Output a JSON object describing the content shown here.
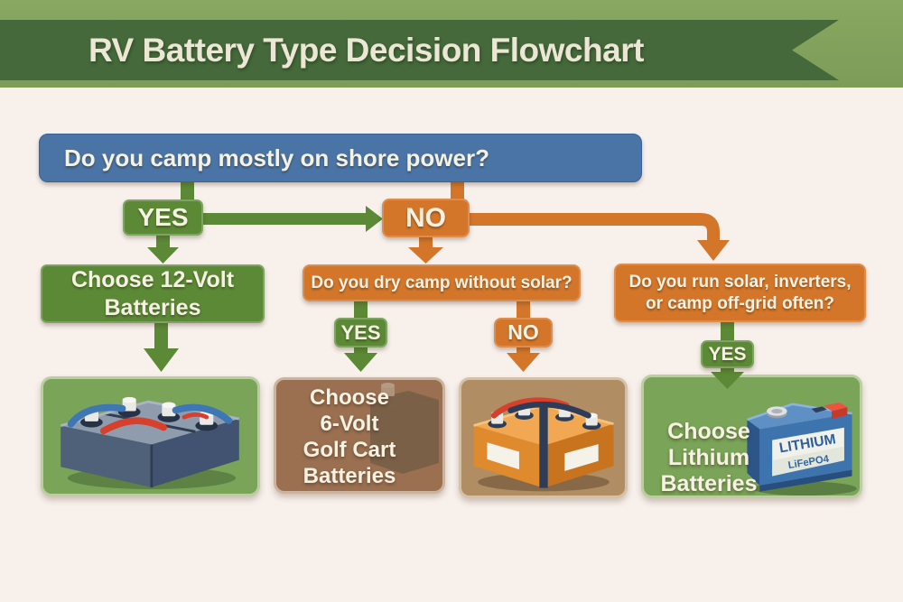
{
  "title": "RV Battery Type Decision Flowchart",
  "questions": {
    "shore_power": "Do you camp mostly on shore power?",
    "dry_camp": "Do you dry camp without solar?",
    "solar_offgrid_line1": "Do you run solar, inverters,",
    "solar_offgrid_line2": "or camp off-grid often?"
  },
  "answers": {
    "yes": "YES",
    "no": "NO"
  },
  "outcomes": {
    "twelve_volt": {
      "line1": "Choose 12-Volt",
      "line2": "Batteries"
    },
    "golf_cart": {
      "line1": "Choose",
      "line2": "6-Volt",
      "line3": "Golf Cart",
      "line4": "Batteries"
    },
    "lithium": {
      "line1": "Choose",
      "line2": "Lithium",
      "line3": "Batteries"
    }
  },
  "lithium_battery": {
    "label": "LITHIUM",
    "sublabel": "LiFePO4"
  },
  "colors": {
    "band_green": "#82a25c",
    "ribbon_green": "#45693a",
    "question_blue": "#4a74a5",
    "yes_green": "#5b8936",
    "no_orange": "#d3762a",
    "panel_green": "#7aa458",
    "panel_brown": "#9b7051",
    "panel_tan": "#b08d63",
    "cream_text": "#f6f2e3",
    "background": "#f7f0eb"
  }
}
